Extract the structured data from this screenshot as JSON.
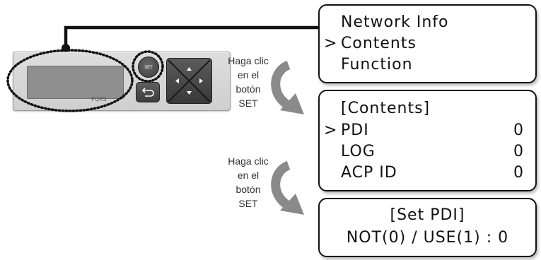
{
  "device": {
    "model_text": "PQRS",
    "set_button_label": "SET",
    "back_icon": "return-arrow-icon",
    "nav_icons": [
      "arrow-up-icon",
      "arrow-left-icon",
      "arrow-right-icon",
      "arrow-down-icon"
    ]
  },
  "steps": [
    {
      "label_lines": [
        "Haga clic",
        "en el",
        "botón",
        "SET"
      ]
    },
    {
      "label_lines": [
        "Haga clic",
        "en el",
        "botón",
        "SET"
      ]
    }
  ],
  "screen_1": {
    "cursor": ">",
    "items": [
      "Network Info",
      "Contents",
      "Function"
    ]
  },
  "screen_2": {
    "title": "[Contents]",
    "cursor": ">",
    "rows": [
      {
        "label": "PDI",
        "value": "0"
      },
      {
        "label": "LOG",
        "value": "0"
      },
      {
        "label": "ACP ID",
        "value": "0"
      }
    ]
  },
  "screen_3": {
    "title": "[Set PDI]",
    "line": "NOT(0) / USE(1) : 0"
  },
  "colors": {
    "outline": "#111111",
    "device_body": "#d8d8d8",
    "arrow_gray": "#8a8a8a"
  }
}
